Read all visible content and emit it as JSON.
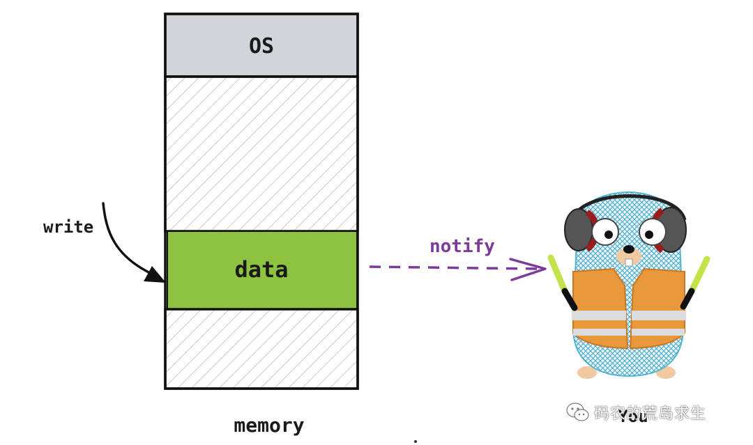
{
  "diagram": {
    "os_label": "OS",
    "data_label": "data",
    "memory_label": "memory",
    "write_label": "write",
    "notify_label": "notify",
    "you_label": "You"
  },
  "colors": {
    "os_fill": "#d1d5d9",
    "data_fill": "#8dc341",
    "notify_arrow": "#7b3b9a",
    "gopher_body": "#55b7d3",
    "vest": "#e8973a",
    "wand": "#c4e24a"
  },
  "watermark": {
    "icon": "wechat-icon",
    "text": "码农的荒岛求生"
  }
}
